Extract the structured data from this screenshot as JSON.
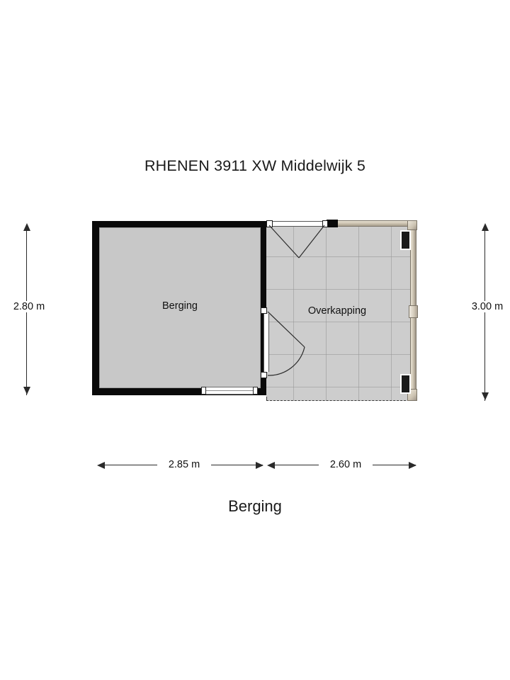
{
  "plan": {
    "title": "RHENEN 3911 XW Middelwijk 5",
    "caption": "Berging",
    "rooms": [
      {
        "name": "Berging",
        "label": "Berging",
        "fill": "#c8c8c8",
        "wall": "#0a0a0a"
      },
      {
        "name": "Overkapping",
        "label": "Overkapping",
        "fill": "#cdcdcd",
        "wall": "#b0a692"
      }
    ],
    "dimensions": {
      "left": {
        "value": "2.80 m",
        "orientation": "vertical",
        "refers_to": "Berging depth"
      },
      "right": {
        "value": "3.00 m",
        "orientation": "vertical",
        "refers_to": "Overkapping depth"
      },
      "bottom_left": {
        "value": "2.85 m",
        "orientation": "horizontal",
        "refers_to": "Berging width"
      },
      "bottom_right": {
        "value": "2.60 m",
        "orientation": "horizontal",
        "refers_to": "Overkapping width"
      }
    },
    "features": {
      "door_top": "double-door-swing",
      "door_middle": "single-door-swing",
      "window_bottom": "window-symbol",
      "posts": "dark-column-post",
      "frame": "timber-beam",
      "open_edge": "dashed-open-boundary"
    },
    "colors": {
      "wall": "#0a0a0a",
      "room_fill": "#c8c8c8",
      "canopy_fill": "#cdcdcd",
      "beam": "#cfc6b4",
      "post": "#1a1a1a",
      "dimension": "#2a2a2a",
      "background": "#ffffff"
    }
  }
}
